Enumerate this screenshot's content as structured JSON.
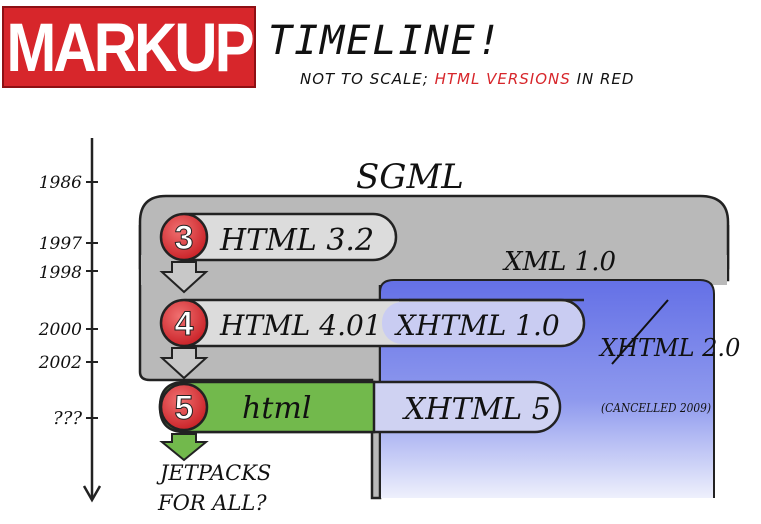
{
  "header": {
    "logo_text": "MARKUP",
    "title": "TIMELINE!",
    "subtitle_part1": "NOT TO SCALE; ",
    "subtitle_red": "HTML",
    "subtitle_part2": " VERSIONS",
    "subtitle_part3": " IN RED"
  },
  "years": [
    "1986",
    "1997",
    "1998",
    "2000",
    "2002",
    "???"
  ],
  "groups": {
    "sgml": "SGML",
    "xml": "XML 1.0"
  },
  "versions": {
    "html32": {
      "number": "3",
      "label": "HTML 3.2"
    },
    "html401": {
      "number": "4",
      "label": "HTML 4.01"
    },
    "html5": {
      "number": "5",
      "label": "html"
    }
  },
  "xhtml": {
    "xhtml10": "XHTML 1.0",
    "xhtml5": "XHTML 5",
    "xhtml20": "XHTML 2.0",
    "xhtml20_note": "(CANCELLED 2009)"
  },
  "footer": {
    "line1": "JETPACKS",
    "line2": "FOR ALL?"
  },
  "colors": {
    "logo_red": "#d7262b",
    "html_red": "#d7262b",
    "sgml_gray": "#b7b7b7",
    "xml_blue": "#6b78e8",
    "html5_green": "#6fb84a"
  }
}
